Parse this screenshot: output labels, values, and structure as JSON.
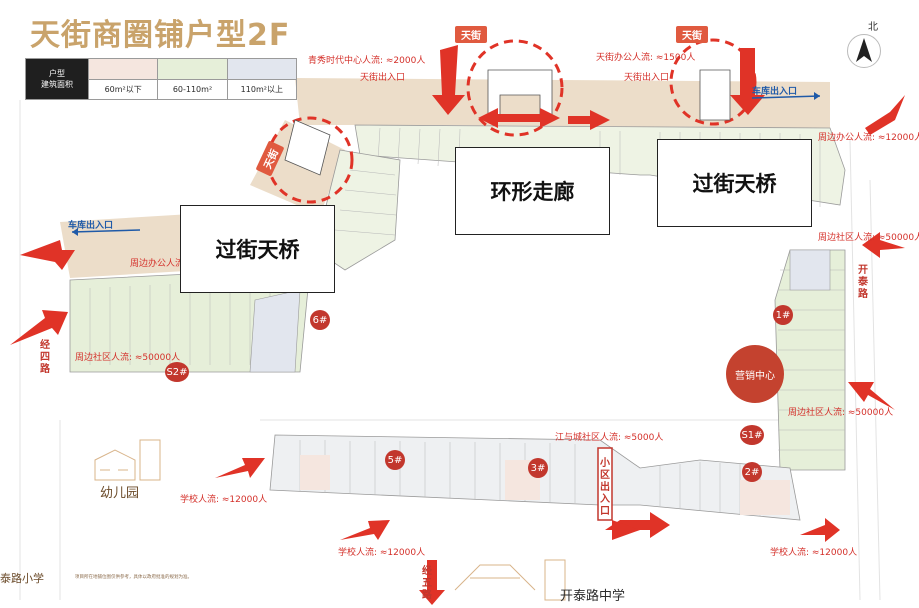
{
  "title": "天街商圈铺户型2F",
  "north": "北",
  "legend": {
    "header_line1": "户型",
    "header_line2": "建筑面积",
    "items": [
      {
        "label": "60m²以下",
        "color": "#f5e6df"
      },
      {
        "label": "60-110m²",
        "color": "#e6efd9"
      },
      {
        "label": "110m²以上",
        "color": "#e2e6ee"
      }
    ]
  },
  "callouts": {
    "left_bridge": "过街天桥",
    "corridor": "环形走廊",
    "right_bridge": "过街天桥"
  },
  "roads": {
    "tianjie_1": "天街",
    "tianjie_2": "天街",
    "tianjie_3": "天街",
    "kaitai_road": "开泰路",
    "jingsi_road": "经四路",
    "jingwu_road": "经五路",
    "community_exit": "小区出入口"
  },
  "flows": {
    "qingxiu": "青秀时代中心人流: ≈2000人",
    "tianjie_office": "天街办公人流: ≈1500人",
    "tianjie_entrance_1": "天街出入口",
    "tianjie_entrance_2": "天街出入口",
    "right_office": "周边办公人流: ≈12000人",
    "left_office": "周边办公人流: ≈",
    "right_community_top": "周边社区人流: ≈50000人",
    "left_community": "周边社区人流: ≈50000人",
    "right_community_bottom": "周边社区人流: ≈50000人",
    "jiangyu": "江与城社区人流: ≈5000人",
    "school_1": "学校人流: ≈12000人",
    "school_2": "学校人流: ≈12000人",
    "school_3": "学校人流: ≈12000人"
  },
  "garage": {
    "left": "车库出入口",
    "right": "车库出入口"
  },
  "buildings": {
    "b6": "6#",
    "b1": "1#",
    "bs1": "S1#",
    "bs2": "S2#",
    "b5": "5#",
    "b3": "3#",
    "b2": "2#"
  },
  "places": {
    "sales_center": "营销中心",
    "kindergarten": "幼儿园",
    "middle_school": "开泰路中学",
    "primary_school": "泰路小学"
  },
  "note": "项目所在地铺位图仅供参考，具体以政府批准的规划为准。"
}
